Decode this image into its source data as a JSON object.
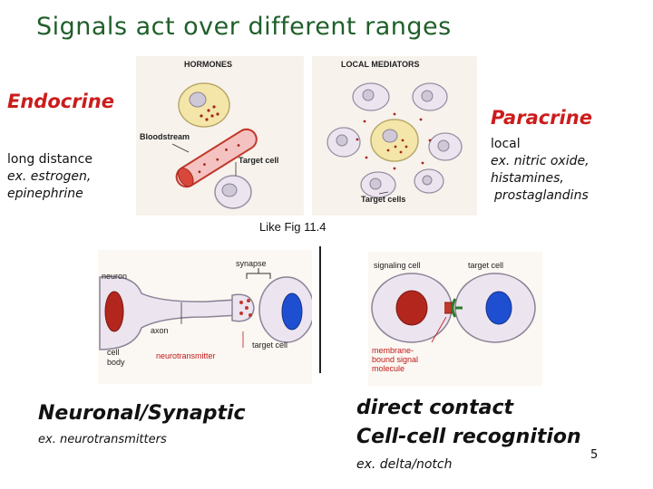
{
  "title": "Signals act over different ranges",
  "endocrine": {
    "heading": "Endocrine",
    "line1": "long distance",
    "line2": "ex. estrogen,",
    "line3": "epinephrine"
  },
  "paracrine": {
    "heading": "Paracrine",
    "line1": "local",
    "line2": "ex.  nitric oxide,",
    "line3": "histamines,",
    "line4": "prostaglandins"
  },
  "figure_top": {
    "hormones_label": "HORMONES",
    "local_mediators_label": "LOCAL MEDIATORS",
    "bloodstream_label": "Bloodstream",
    "target_cell_label": "Target cell",
    "target_cells_label": "Target cells",
    "caption": "Like Fig 11.4"
  },
  "figure_neuron": {
    "neuron": "neuron",
    "synapse": "synapse",
    "axon": "axon",
    "cell_body_1": "cell",
    "cell_body_2": "body",
    "neurotransmitter": "neurotransmitter",
    "target_cell": "target cell"
  },
  "figure_contact": {
    "signaling_cell": "signaling cell",
    "target_cell": "target cell",
    "mb1": "membrane-",
    "mb2": "bound signal",
    "mb3": "molecule"
  },
  "neuronal": {
    "heading": "Neuronal/Synaptic",
    "example": "ex. neurotransmitters"
  },
  "contact": {
    "heading1": "direct contact",
    "heading2": "Cell-cell recognition",
    "example": "ex. delta/notch"
  },
  "page_number": "5",
  "colors": {
    "title": "#1f5f2a",
    "heading_red": "#cc1c1c",
    "cell_fill": "#ece4ef",
    "hormone_cell": "#f3e6a8",
    "nucleus_red": "#b3261e",
    "nucleus_blue": "#1f4fd1"
  }
}
